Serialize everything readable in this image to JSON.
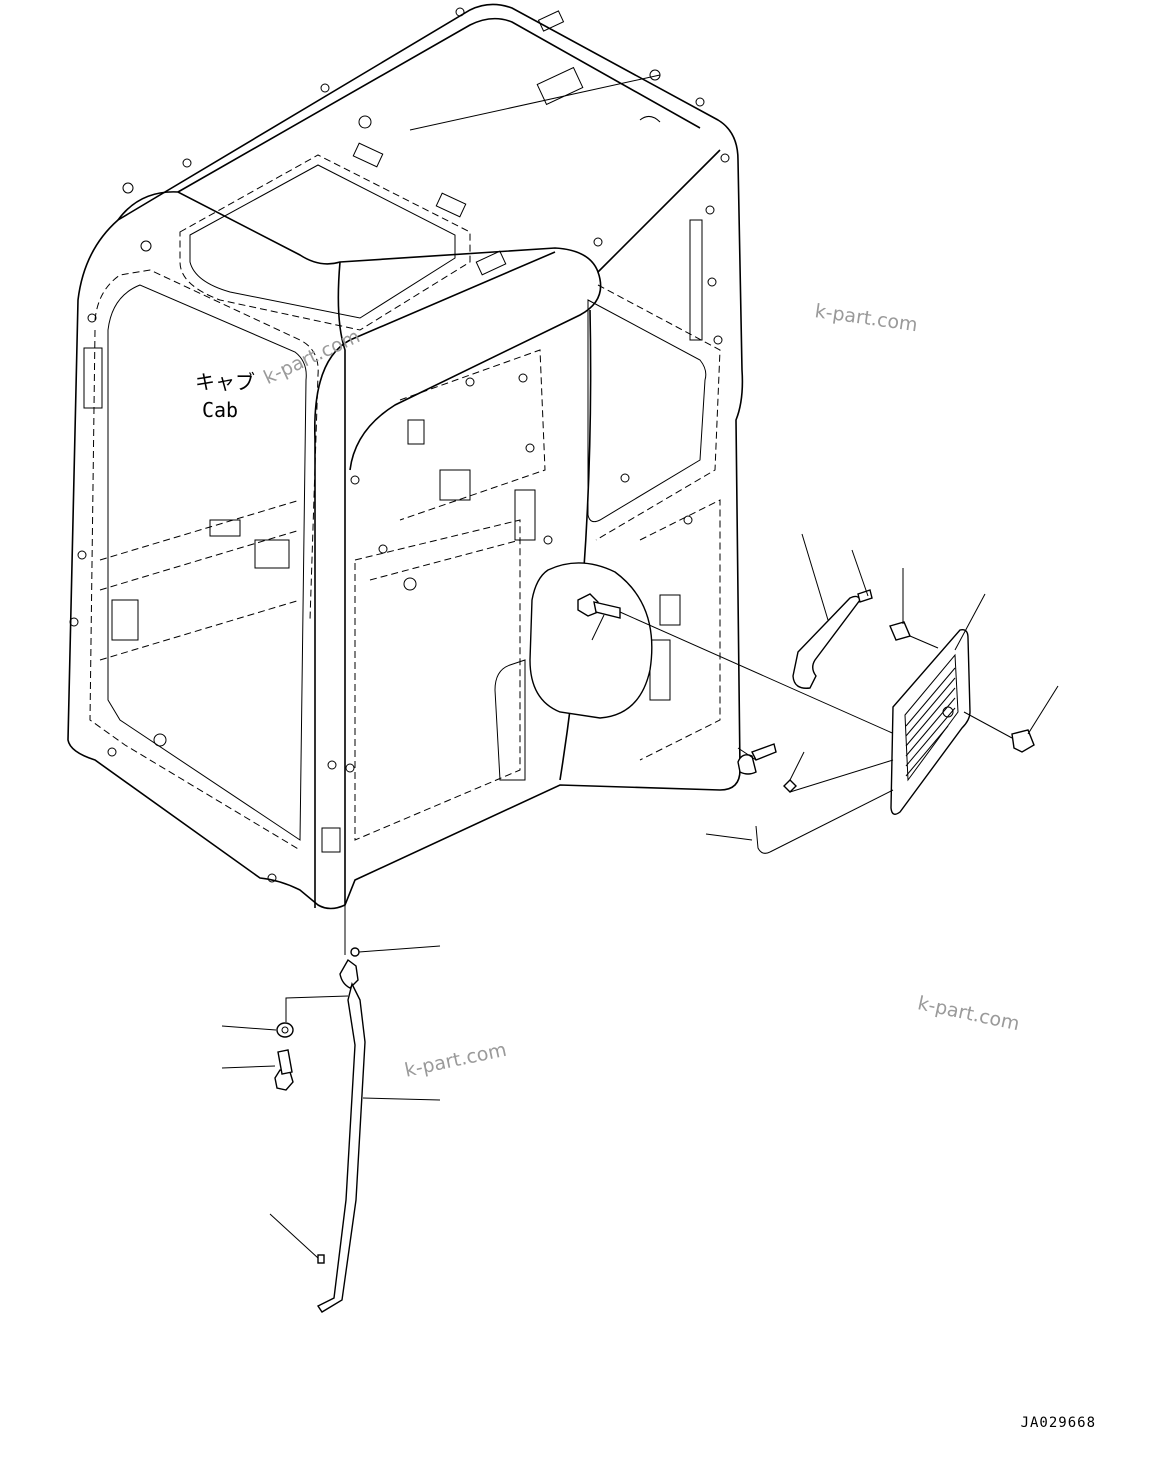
{
  "diagram": {
    "cab_label_jp": "キャブ",
    "cab_label_en": "Cab",
    "drawing_code": "JA029668",
    "watermark_text": "k-part.com",
    "line_color": "#000000",
    "background_color": "#ffffff"
  }
}
